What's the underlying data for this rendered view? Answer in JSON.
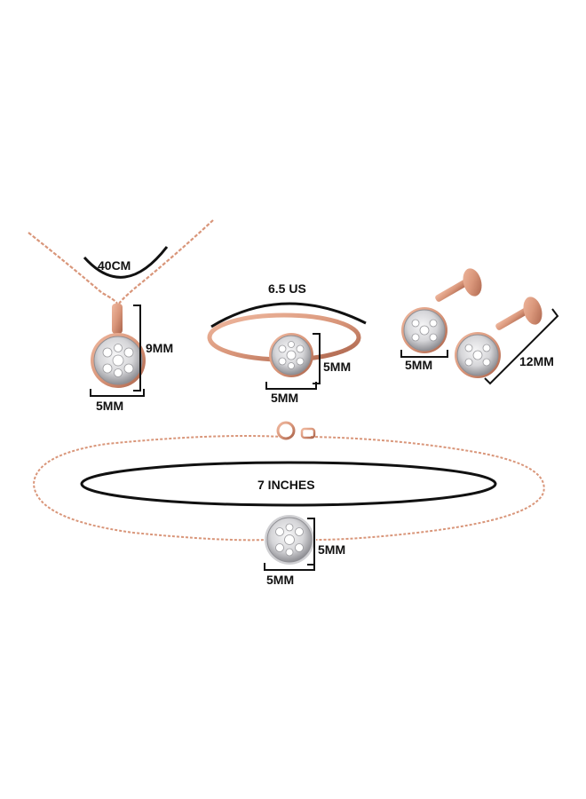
{
  "colors": {
    "rose_gold": "#d9967a",
    "rose_gold_dark": "#b86f55",
    "diamond_white": "#e9e9ea",
    "diamond_shadow": "#9a9a9e",
    "measure_line": "#111111",
    "background": "#ffffff"
  },
  "necklace": {
    "chain_length_label": "40CM",
    "pendant_height_label": "9MM",
    "pendant_width_label": "5MM"
  },
  "ring": {
    "size_label": "6.5 US",
    "setting_height_label": "5MM",
    "setting_width_label": "5MM"
  },
  "earrings": {
    "stud_width_label": "5MM",
    "post_length_label": "12MM"
  },
  "bracelet": {
    "length_label": "7 INCHES",
    "charm_height_label": "5MM",
    "charm_width_label": "5MM"
  }
}
